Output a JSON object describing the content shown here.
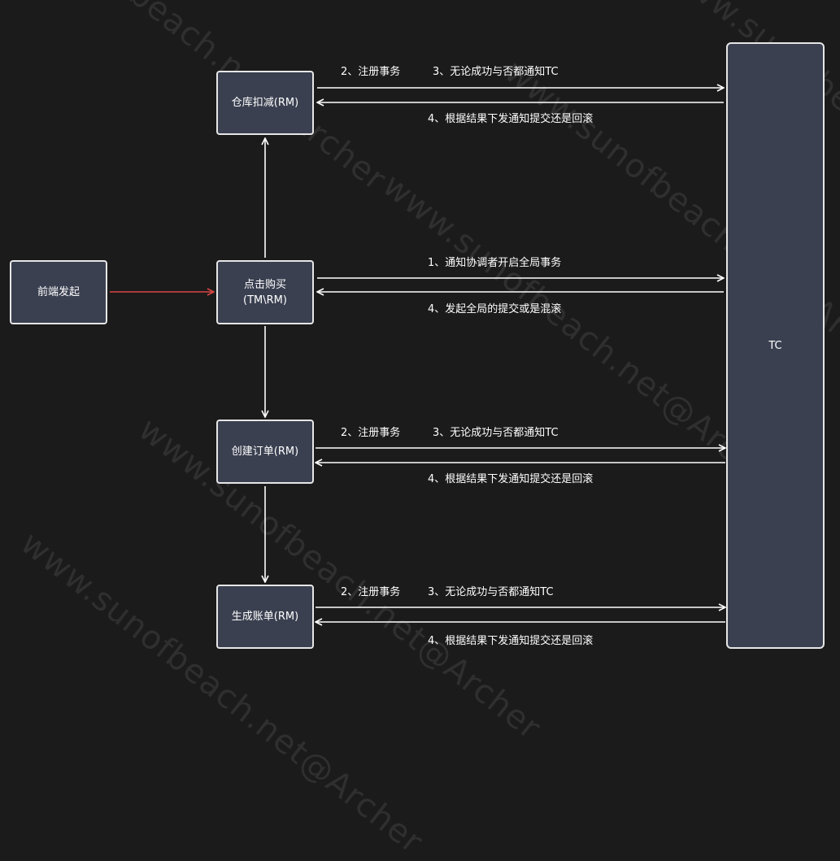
{
  "nodes": {
    "frontend": "前端发起",
    "purchase_line1": "点击购买",
    "purchase_line2": "(TM\\RM)",
    "warehouse": "仓库扣减(RM)",
    "order": "创建订单(RM)",
    "bill": "生成账单(RM)",
    "tc": "TC"
  },
  "labels": {
    "register": "2、注册事务",
    "notify_tc": "3、无论成功与否都通知TC",
    "rollback_commit": "4、根据结果下发通知提交还是回滚",
    "open_global": "1、通知协调者开启全局事务",
    "global_result": "4、发起全局的提交或是混滚"
  },
  "watermark": "www.sunofbeach.net@Archer",
  "colors": {
    "background": "#1b1b1b",
    "node_fill": "#3a4050",
    "node_border": "#e6e6e6",
    "arrow": "#ffffff",
    "start_arrow": "#d94545"
  }
}
